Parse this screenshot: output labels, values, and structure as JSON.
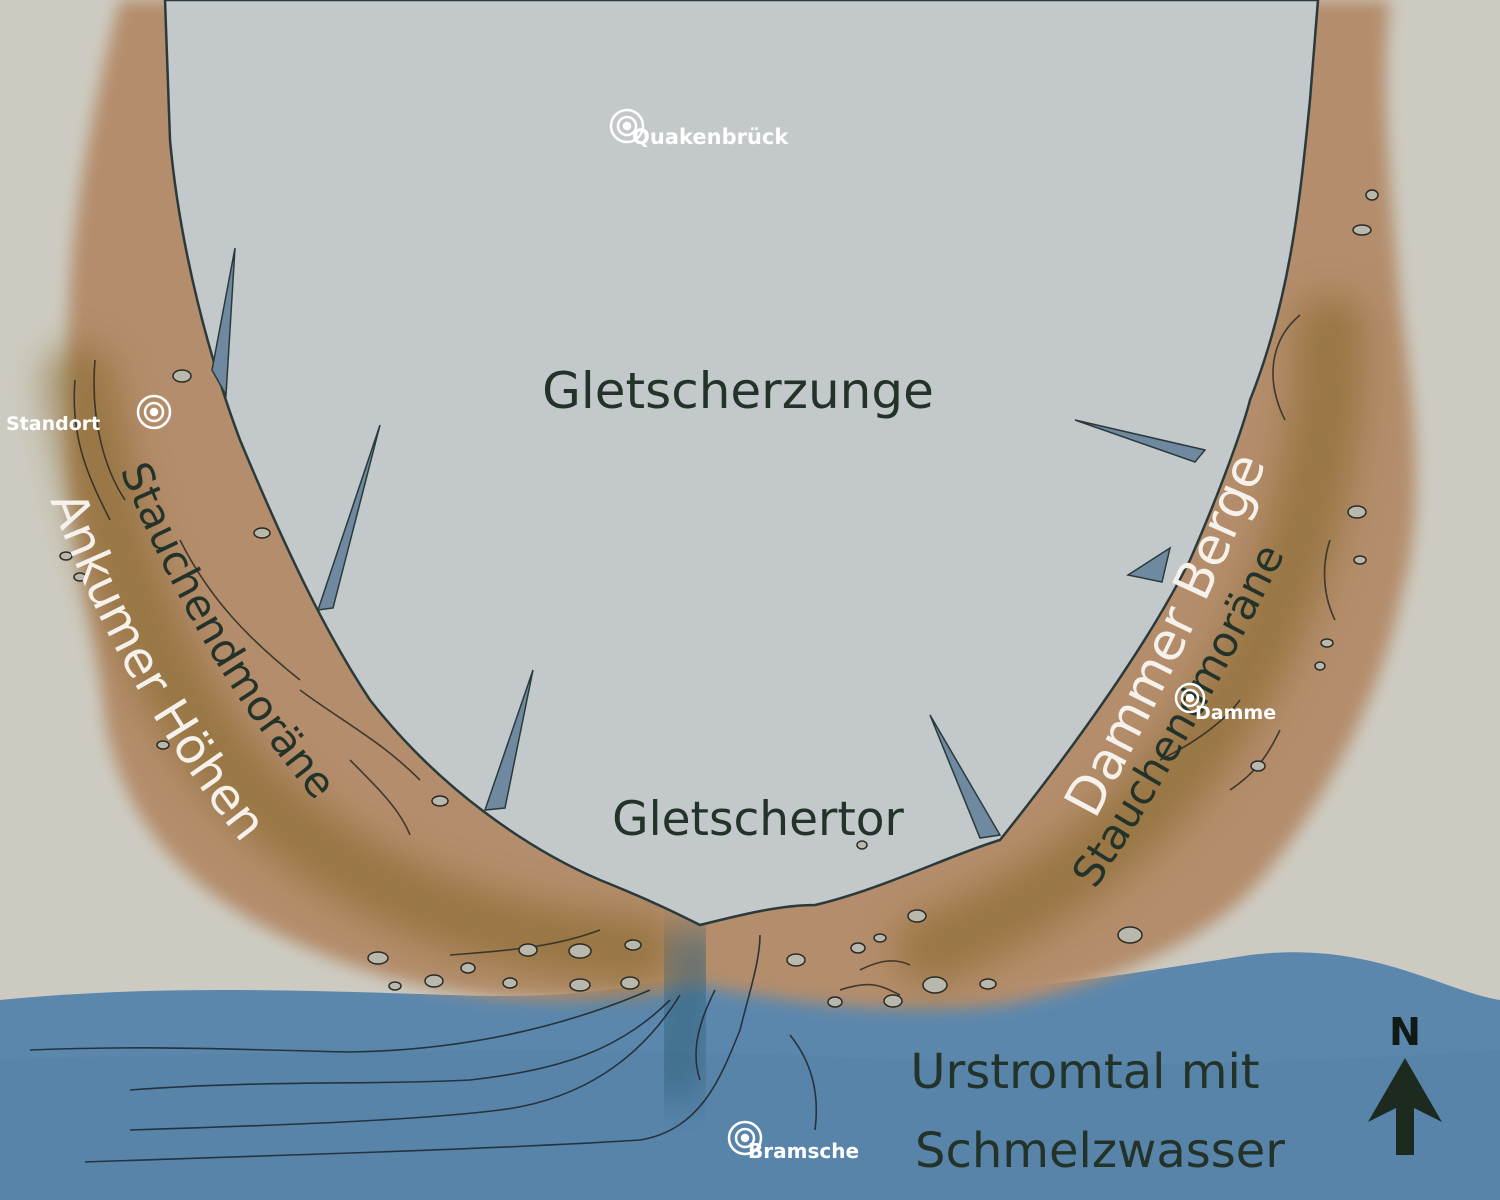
{
  "labels": {
    "glacier_tongue": "Gletscherzunge",
    "glacier_gate": "Gletschertor",
    "valley_line1": "Urstromtal mit",
    "valley_line2": "Schmelzwasser",
    "moraine_left_name": "Ankumer Höhen",
    "moraine_left_type": "Stauchendmoräne",
    "moraine_right_name": "Dammer Berge",
    "moraine_right_type": "Stauchendmoräne"
  },
  "places": {
    "quakenbrueck": "Quakenbrück",
    "standort": "Standort",
    "damme": "Damme",
    "bramsche": "Bramsche"
  },
  "compass": {
    "north": "N"
  },
  "colors": {
    "background": "#cdcbc1",
    "glacier": "#c3c8ca",
    "moraine": "#b48d6c",
    "moraine_core": "#8a6a2e",
    "meltwater": "#5b87ad",
    "text_dark": "#23332a",
    "text_light": "#f6f1ea"
  },
  "icons": [
    "place-target-icon",
    "north-arrow-icon"
  ]
}
